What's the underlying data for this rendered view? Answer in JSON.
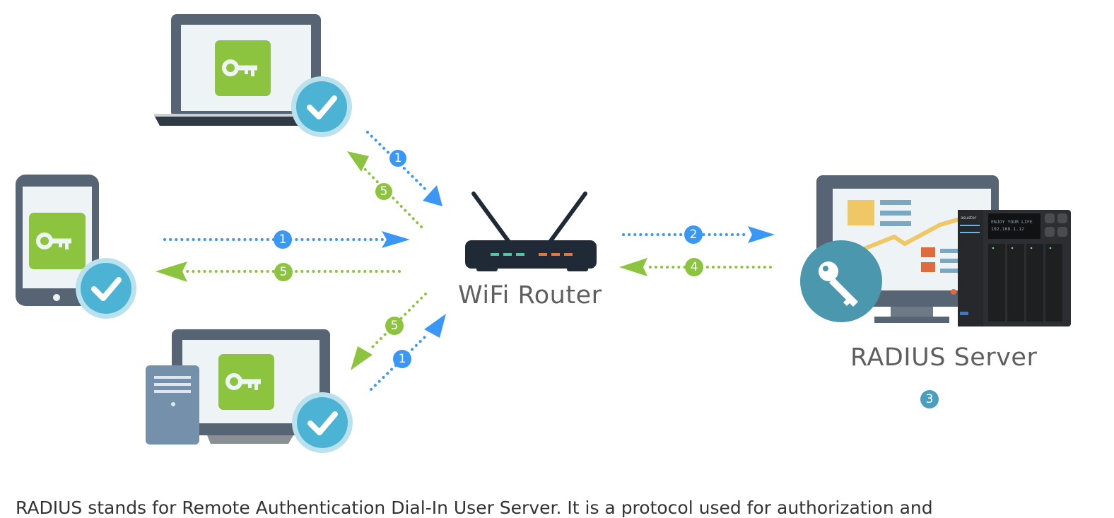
{
  "diagram": {
    "title": "RADIUS authentication flow",
    "nodes": {
      "laptop": {
        "icon": "key-icon",
        "status": "check-icon"
      },
      "tablet": {
        "icon": "key-icon",
        "status": "check-icon"
      },
      "desktop": {
        "icon": "key-icon",
        "status": "check-icon"
      },
      "router": {
        "label": "WiFi Router"
      },
      "server": {
        "label": "RADIUS Server",
        "step": "3",
        "device_lcd_line1": "ENJOY YOUR LIFE",
        "device_lcd_line2": "192.168.1.12",
        "device_brand": "asustor"
      }
    },
    "steps": {
      "laptop_request": "1",
      "laptop_response": "5",
      "tablet_request": "1",
      "tablet_response": "5",
      "desktop_request": "1",
      "desktop_response": "5",
      "router_to_server": "2",
      "server_to_router": "4"
    },
    "colors": {
      "request_blue": "#3b97f5",
      "response_green": "#8cc43f",
      "check_teal": "#4db3d4",
      "check_halo": "#b9e1ee",
      "device_frame": "#566473",
      "screen": "#eef3f6",
      "key_tile": "#8cc43f",
      "router_body": "#1f2a36",
      "server_step_badge": "#4a9fc0",
      "label_gray": "#5f5f5f"
    }
  },
  "caption": "RADIUS stands for Remote Authentication Dial-In User Server. It is a protocol used for authorization and"
}
